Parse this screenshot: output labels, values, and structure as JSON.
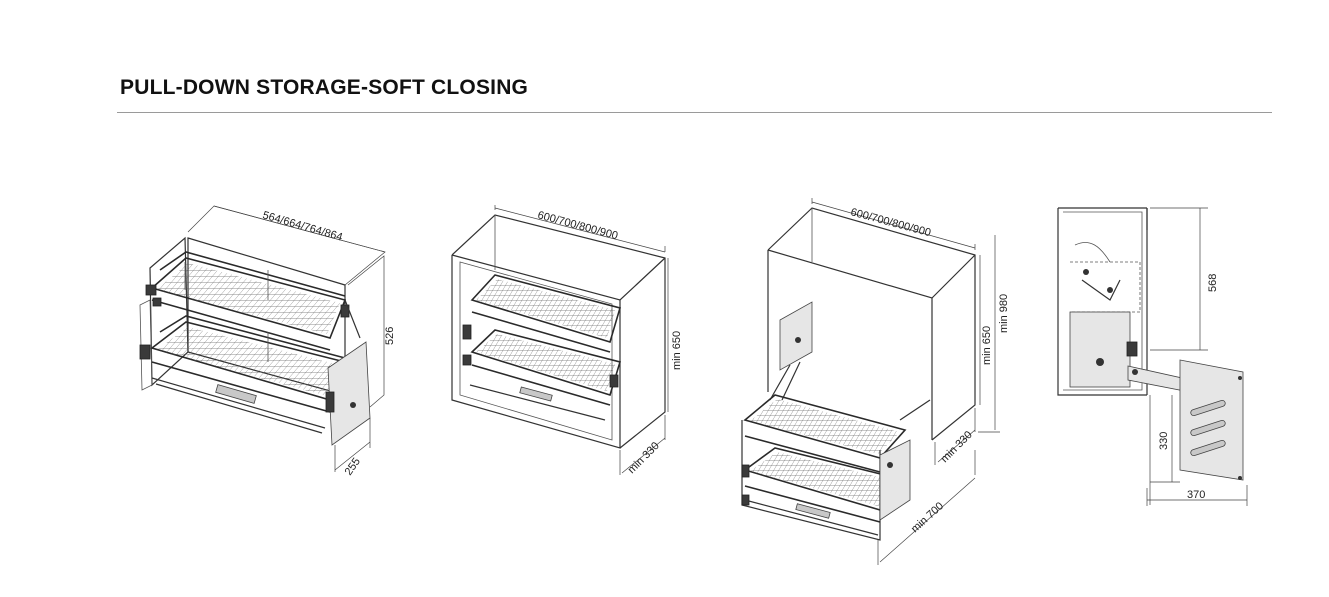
{
  "header": {
    "title": "PULL-DOWN STORAGE-SOFT CLOSING"
  },
  "figure1": {
    "width": "564/664/764/864",
    "height": "526",
    "depth": "255"
  },
  "figure2": {
    "width": "600/700/800/900",
    "height": "min 650",
    "depth": "min 330"
  },
  "figure3": {
    "width": "600/700/800/900",
    "height_outer": "min 980",
    "height_inner": "min 650",
    "depth_inner": "min 330",
    "depth_outer": "min 700"
  },
  "figure4": {
    "height_top": "568",
    "height_bottom": "330",
    "width_bottom": "370"
  }
}
